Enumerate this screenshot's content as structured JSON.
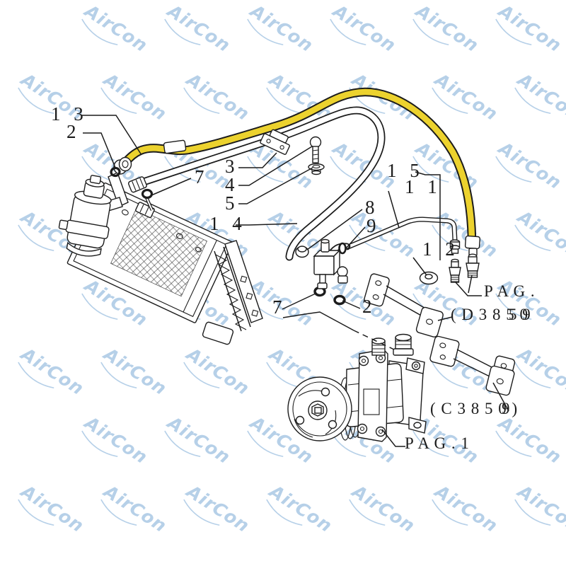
{
  "diagram": {
    "type": "exploded-parts-diagram",
    "subject": "air-conditioning condenser, hoses and compressor",
    "background_color": "#ffffff",
    "line_color": "#1c1c1c",
    "highlight_color": "#ecd22e",
    "watermark": {
      "text": "AirCon",
      "color": "#aecbe6",
      "rotation": 33,
      "ys": [
        20,
        117,
        214,
        311,
        408,
        505,
        602,
        699
      ],
      "x_even": [
        118,
        235,
        352,
        469,
        586,
        703
      ],
      "x_odd": [
        28,
        145,
        262,
        379,
        496,
        613,
        730
      ]
    },
    "labels": {
      "l13": {
        "text": "1 3"
      },
      "l2a": {
        "text": "2"
      },
      "l3": {
        "text": "3"
      },
      "l4": {
        "text": "4"
      },
      "l5": {
        "text": "5"
      },
      "l7a": {
        "text": "7"
      },
      "l14": {
        "text": "1 4"
      },
      "l8": {
        "text": "8"
      },
      "l9": {
        "text": "9"
      },
      "l15": {
        "text": "1 5"
      },
      "l11": {
        "text": "1 1"
      },
      "l12": {
        "text": "1 2"
      },
      "l7b": {
        "text": "7"
      },
      "l2b": {
        "text": "2"
      }
    },
    "references": {
      "pag_side": "P A G .",
      "pag_side_code": "( D 3 8 5 0",
      "pag_side_code_overlay": "5 9",
      "bracket_code": "( C 3 8 5 0 )",
      "bracket_code_overlay": "9",
      "pag_bottom": "P A G .  1"
    }
  }
}
